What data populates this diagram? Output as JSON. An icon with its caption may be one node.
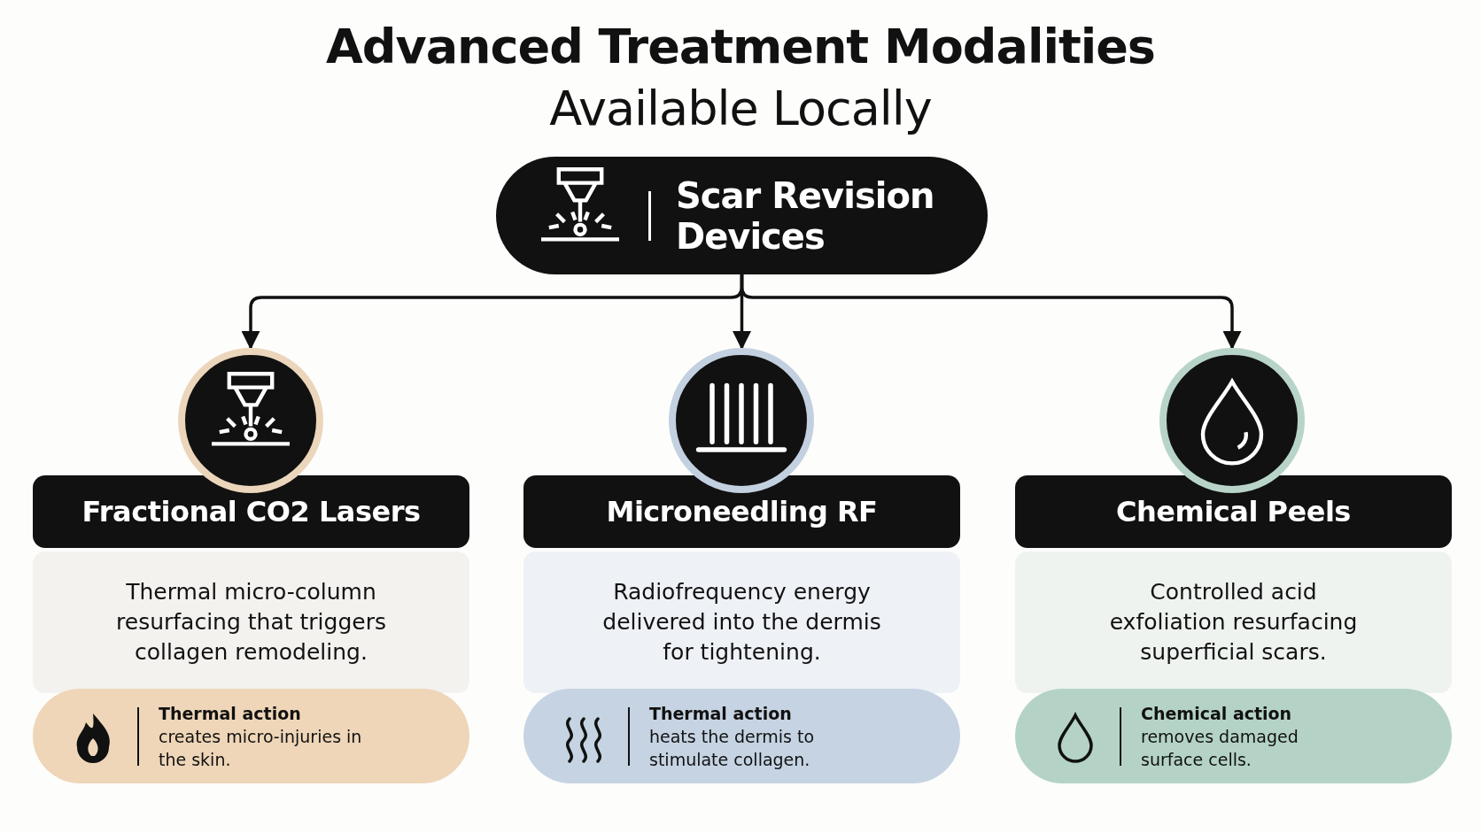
{
  "diagram": {
    "title": "**Advanced Treatment Modalities** Available Locally",
    "nodes": [
      {
        "text": [
          "Scar Revision Devices"
        ]
      },
      {
        "text": [],
        "shape": "circle"
      },
      {
        "text": [],
        "shape": "circle"
      },
      {
        "text": [],
        "shape": "circle"
      },
      {
        "text": [
          "Fractional CO2 Lasers"
        ]
      },
      {
        "text": [
          "Thermal micro-column resurfacing that triggers collagen remodeling."
        ]
      },
      {
        "text": [
          "Thermal action",
          "creates micro-injuries in the skin."
        ]
      },
      {
        "text": [
          "Microneedling RF"
        ]
      },
      {
        "text": [
          "Radiofrequency energy delivered into the dermis for tightening."
        ]
      },
      {
        "text": [
          "Thermal action",
          "heats the dermis to stimulate collagen."
        ]
      },
      {
        "text": [
          "Chemical Peels"
        ]
      },
      {
        "text": [
          "Controlled acid exfoliation resurfacing superficial scars."
        ]
      },
      {
        "text": [
          "Chemical action",
          "removes damaged surface cells."
        ]
      }
    ],
    "edges": [
      {
        "from": 0,
        "to": 1,
        "arrow": "to"
      },
      {
        "from": 0,
        "to": 2,
        "arrow": "to"
      },
      {
        "from": 0,
        "to": 3,
        "arrow": "to"
      }
    ]
  }
}
